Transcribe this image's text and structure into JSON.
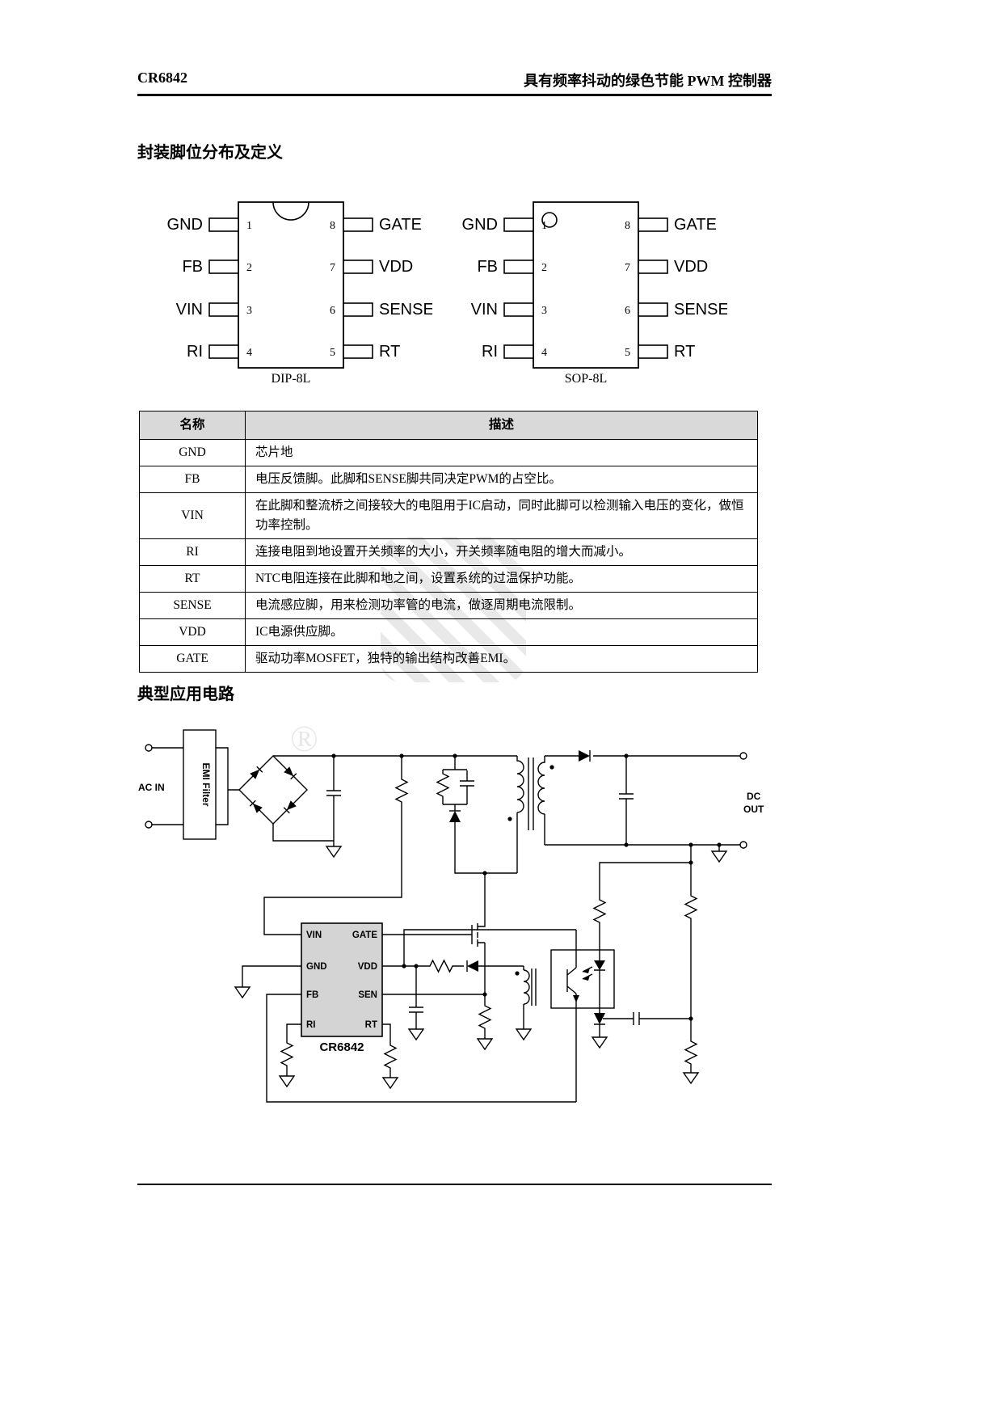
{
  "header": {
    "left": "CR6842",
    "right": "具有频率抖动的绿色节能 PWM 控制器"
  },
  "sections": {
    "package": "封装脚位分布及定义",
    "application": "典型应用电路"
  },
  "packages": {
    "pins": {
      "left": [
        {
          "num": "1",
          "label": "GND"
        },
        {
          "num": "2",
          "label": "FB"
        },
        {
          "num": "3",
          "label": "VIN"
        },
        {
          "num": "4",
          "label": "RI"
        }
      ],
      "right": [
        {
          "num": "8",
          "label": "GATE"
        },
        {
          "num": "7",
          "label": "VDD"
        },
        {
          "num": "6",
          "label": "SENSE"
        },
        {
          "num": "5",
          "label": "RT"
        }
      ]
    },
    "dip_caption": "DIP-8L",
    "sop_caption": "SOP-8L"
  },
  "pin_table": {
    "headers": [
      "名称",
      "描述"
    ],
    "rows": [
      {
        "name": "GND",
        "desc": "芯片地"
      },
      {
        "name": "FB",
        "desc": "电压反馈脚。此脚和SENSE脚共同决定PWM的占空比。"
      },
      {
        "name": "VIN",
        "desc": "在此脚和整流桥之间接较大的电阻用于IC启动，同时此脚可以检测输入电压的变化，做恒功率控制。"
      },
      {
        "name": "RI",
        "desc": "连接电阻到地设置开关频率的大小，开关频率随电阻的增大而减小。"
      },
      {
        "name": "RT",
        "desc": "NTC电阻连接在此脚和地之间，设置系统的过温保护功能。"
      },
      {
        "name": "SENSE",
        "desc": "电流感应脚，用来检测功率管的电流，做逐周期电流限制。"
      },
      {
        "name": "VDD",
        "desc": "IC电源供应脚。"
      },
      {
        "name": "GATE",
        "desc": "驱动功率MOSFET，独特的输出结构改善EMI。"
      }
    ]
  },
  "circuit": {
    "ac_in": "AC IN",
    "emi_filter": "EMI Filter",
    "dc": "DC",
    "out": "OUT",
    "ic": {
      "name": "CR6842",
      "pins": {
        "vin": "VIN",
        "gate": "GATE",
        "gnd": "GND",
        "vdd": "VDD",
        "fb": "FB",
        "sen": "SEN",
        "ri": "RI",
        "rt": "RT"
      }
    }
  },
  "watermark": {
    "symbol": "®"
  }
}
